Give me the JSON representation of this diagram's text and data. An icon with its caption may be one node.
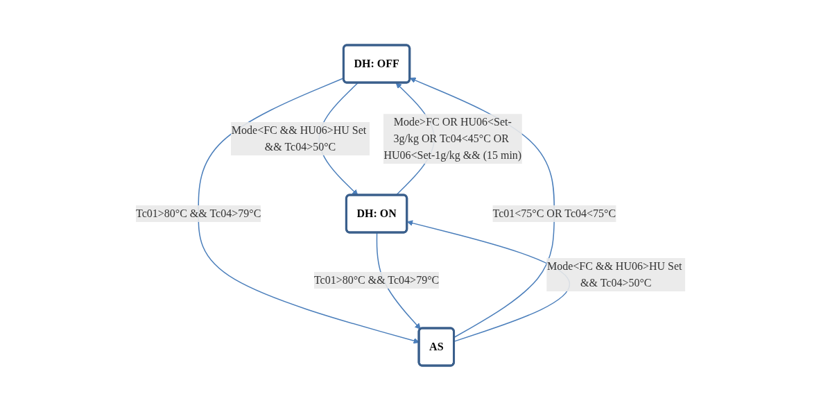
{
  "diagram": {
    "nodes": [
      {
        "text": [
          "DH: OFF"
        ]
      },
      {
        "text": [
          "AS"
        ]
      },
      {
        "text": [
          "DH: ON"
        ]
      }
    ],
    "edges": [
      {
        "from": 2,
        "to": 0,
        "arrow": "to",
        "label": "Mode>FC OR HU06<Set-3g/kg OR Tc04<45°C OR HU06<Set-1g/kg && (15 min)"
      },
      {
        "from": 0,
        "to": 2,
        "arrow": "to",
        "label": "Mode<FC && HU06>HU Set && Tc04>50°C"
      },
      {
        "from": 1,
        "to": 0,
        "arrow": "to",
        "label": "Tc01<75°C OR Tc04<75°C"
      },
      {
        "from": 0,
        "to": 1,
        "arrow": "to",
        "label": "Tc01>80°C && Tc04>79°C"
      },
      {
        "from": 2,
        "to": 1,
        "arrow": "to",
        "label": "Tc01>80°C && Tc04>79°C"
      },
      {
        "from": 1,
        "to": 2,
        "arrow": "to",
        "label": "Mode<FC && HU06>HU Set && Tc04>50°C"
      }
    ]
  }
}
